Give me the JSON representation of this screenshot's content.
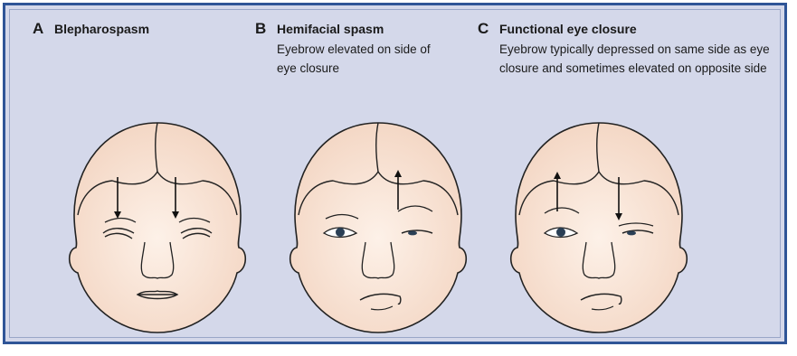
{
  "panels": [
    {
      "letter": "A",
      "title": "Blepharospasm",
      "description": ""
    },
    {
      "letter": "B",
      "title": "Hemifacial spasm",
      "description": "Eyebrow elevated on side of eye closure"
    },
    {
      "letter": "C",
      "title": "Functional eye closure",
      "description": "Eyebrow typically depressed on same side as eye closure and sometimes elevated on opposite side"
    }
  ],
  "colors": {
    "frame_border": "#2f5597",
    "background": "#d4d8ea",
    "face_fill": "#f9e4d6",
    "outline": "#222222"
  }
}
